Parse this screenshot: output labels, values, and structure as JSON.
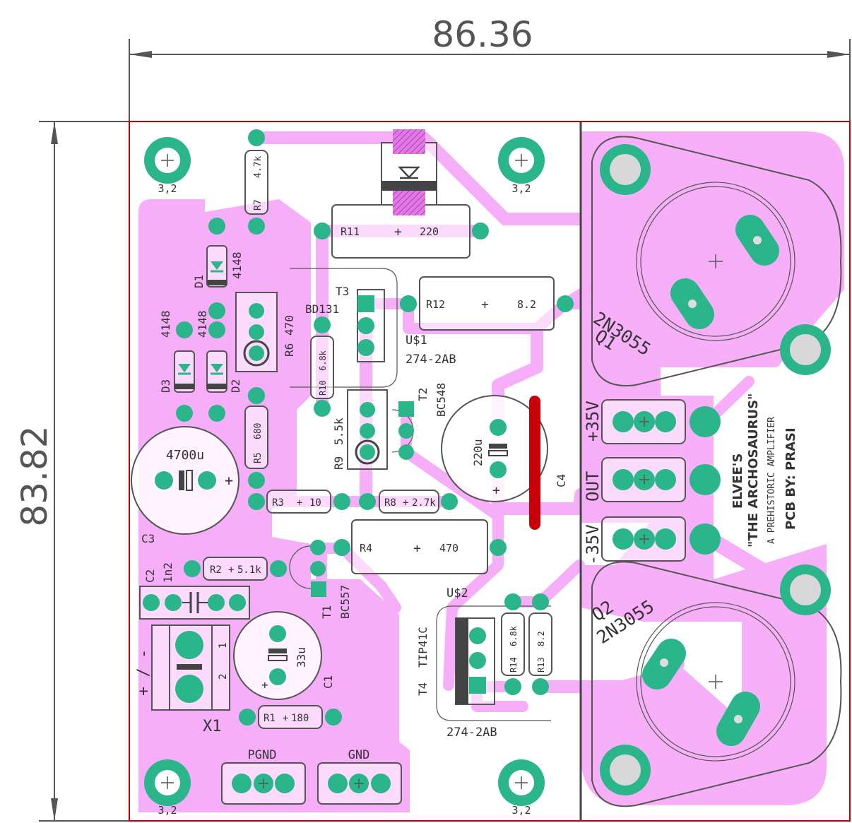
{
  "dimensions": {
    "width": "86.36",
    "height": "83.82"
  },
  "mount_holes": {
    "label": "3,2"
  },
  "transistors": {
    "q1": {
      "ref": "Q1",
      "value": "2N3055"
    },
    "q2": {
      "ref": "Q2",
      "value": "2N3055"
    },
    "t1": {
      "ref": "T1",
      "value": "BC557"
    },
    "t2": {
      "ref": "T2",
      "value": "BC548"
    },
    "t3": {
      "ref": "T3",
      "value": "BD131"
    },
    "t4": {
      "ref": "T4",
      "value": "TIP41C"
    }
  },
  "heatsinks": {
    "u1": "U$1",
    "u1_value": "274-2AB",
    "u2": "U$2",
    "u2_value": "274-2AB"
  },
  "resistors": {
    "r1": {
      "ref": "R1",
      "value": "180"
    },
    "r2": {
      "ref": "R2",
      "value": "5.1k"
    },
    "r3": {
      "ref": "R3",
      "value": "10"
    },
    "r4": {
      "ref": "R4",
      "value": "470"
    },
    "r5": {
      "ref": "R5",
      "value": "680"
    },
    "r6": {
      "ref": "R6",
      "value": "470"
    },
    "r7": {
      "ref": "R7",
      "value": "4.7k"
    },
    "r8": {
      "ref": "R8",
      "value": "2.7k"
    },
    "r9": {
      "ref": "R9",
      "value": "5.5k"
    },
    "r10": {
      "ref": "R10",
      "value": "6.8k"
    },
    "r11": {
      "ref": "R11",
      "value": "220"
    },
    "r12": {
      "ref": "R12",
      "value": "8.2"
    },
    "r13": {
      "ref": "R13",
      "value": "8.2"
    },
    "r14": {
      "ref": "R14",
      "value": "6.8k"
    }
  },
  "diodes": {
    "d1": {
      "ref": "D1",
      "value": "4148"
    },
    "d2": {
      "ref": "D2",
      "value": "4148"
    },
    "d3": {
      "ref": "D3",
      "value": "4148"
    }
  },
  "capacitors": {
    "c1": {
      "ref": "C1",
      "value": "33u"
    },
    "c2": {
      "ref": "C2",
      "value": "1n2"
    },
    "c3": {
      "ref": "C3",
      "value": "4700u"
    },
    "c4": {
      "ref": "C4",
      "value": "220u"
    }
  },
  "connectors": {
    "x1": "X1",
    "x1_pin1": "1",
    "x1_pin2": "2",
    "input_polarity": "+ / -",
    "pgnd": "PGND",
    "gnd": "GND",
    "pos35": "+35V",
    "out": "OUT",
    "neg35": "-35V"
  },
  "board_text": {
    "title1": "ELVEE'S",
    "title2": "\"THE ARCHOSAURUS\"",
    "title3": "A PREHISTORIC AMPLIFIER",
    "credit": "PCB BY: PRASI"
  },
  "colors": {
    "copper": "#f7aef8",
    "pad": "#2bb58a",
    "outline": "#c00000",
    "jumper": "#c8000a",
    "silk": "#555555"
  }
}
